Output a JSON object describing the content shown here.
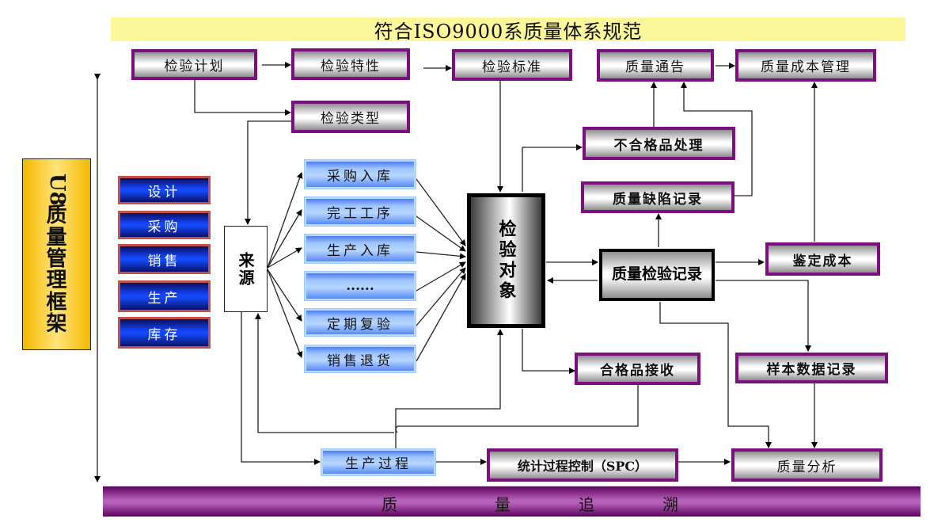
{
  "title": "符合ISO9000系质量体系规范",
  "framework_label": "U8质量管理框架",
  "modules": [
    "设计",
    "采购",
    "销售",
    "生产",
    "库存"
  ],
  "source_label": "来源",
  "top_boxes": {
    "plan": "检验计划",
    "characteristic": "检验特性",
    "standard": "检验标准",
    "notice": "质量通告",
    "cost_management": "质量成本管理",
    "type": "检验类型"
  },
  "source_items": [
    "采购入库",
    "完工工序",
    "生产入库",
    "......",
    "定期复验",
    "销售退货"
  ],
  "inspection_object": "检验对象",
  "right_boxes": {
    "nonconforming": "不合格品处理",
    "defect_record": "质量缺陷记录",
    "inspection_record": "质量检验记录",
    "appraisal_cost": "鉴定成本",
    "qualified_receipt": "合格品接收",
    "sample_record": "样本数据记录",
    "quality_analysis": "质量分析"
  },
  "bottom_boxes": {
    "production_process": "生产过程",
    "spc": "统计过程控制（SPC）"
  },
  "trace_bar": [
    "质",
    "量",
    "追",
    "溯"
  ],
  "colors": {
    "banner": "#fbf79a",
    "box_border": "#7b0f80",
    "trace_bar": "#b662b8",
    "module_blue": "#1646ff",
    "module_border": "#c4504a",
    "framework_yellow": "#ffd23a"
  }
}
